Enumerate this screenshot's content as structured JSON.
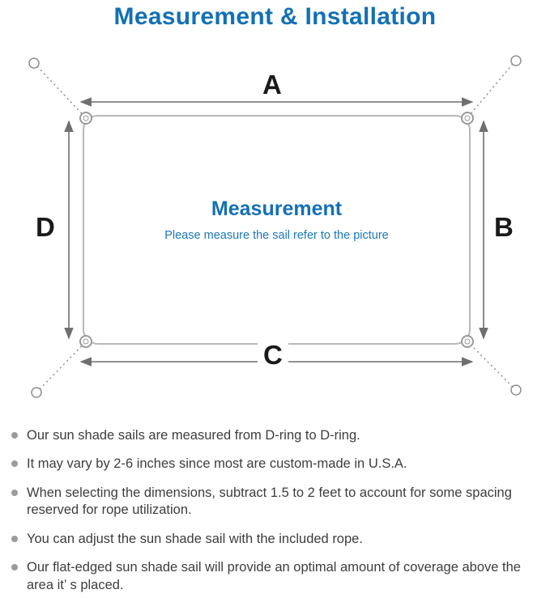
{
  "title": "Measurement & Installation",
  "diagram": {
    "label_a": "A",
    "label_b": "B",
    "label_c": "C",
    "label_d": "D",
    "center_title": "Measurement",
    "center_subtitle": "Please measure the sail refer to the picture"
  },
  "bullets": [
    "Our sun shade sails are measured from D-ring to D-ring.",
    "It may vary by 2-6 inches since most are custom-made in U.S.A.",
    "When selecting the dimensions, subtract 1.5 to 2 feet to account for some spacing reserved for rope utilization.",
    "You can adjust the sun shade sail with the included rope.",
    "Our flat-edged sun shade sail will provide an optimal amount of coverage above the area it’ s placed."
  ],
  "colors": {
    "accent_blue": "#1370b5",
    "text_dark": "#3d3d3d",
    "line_gray": "#8f8f8f"
  }
}
